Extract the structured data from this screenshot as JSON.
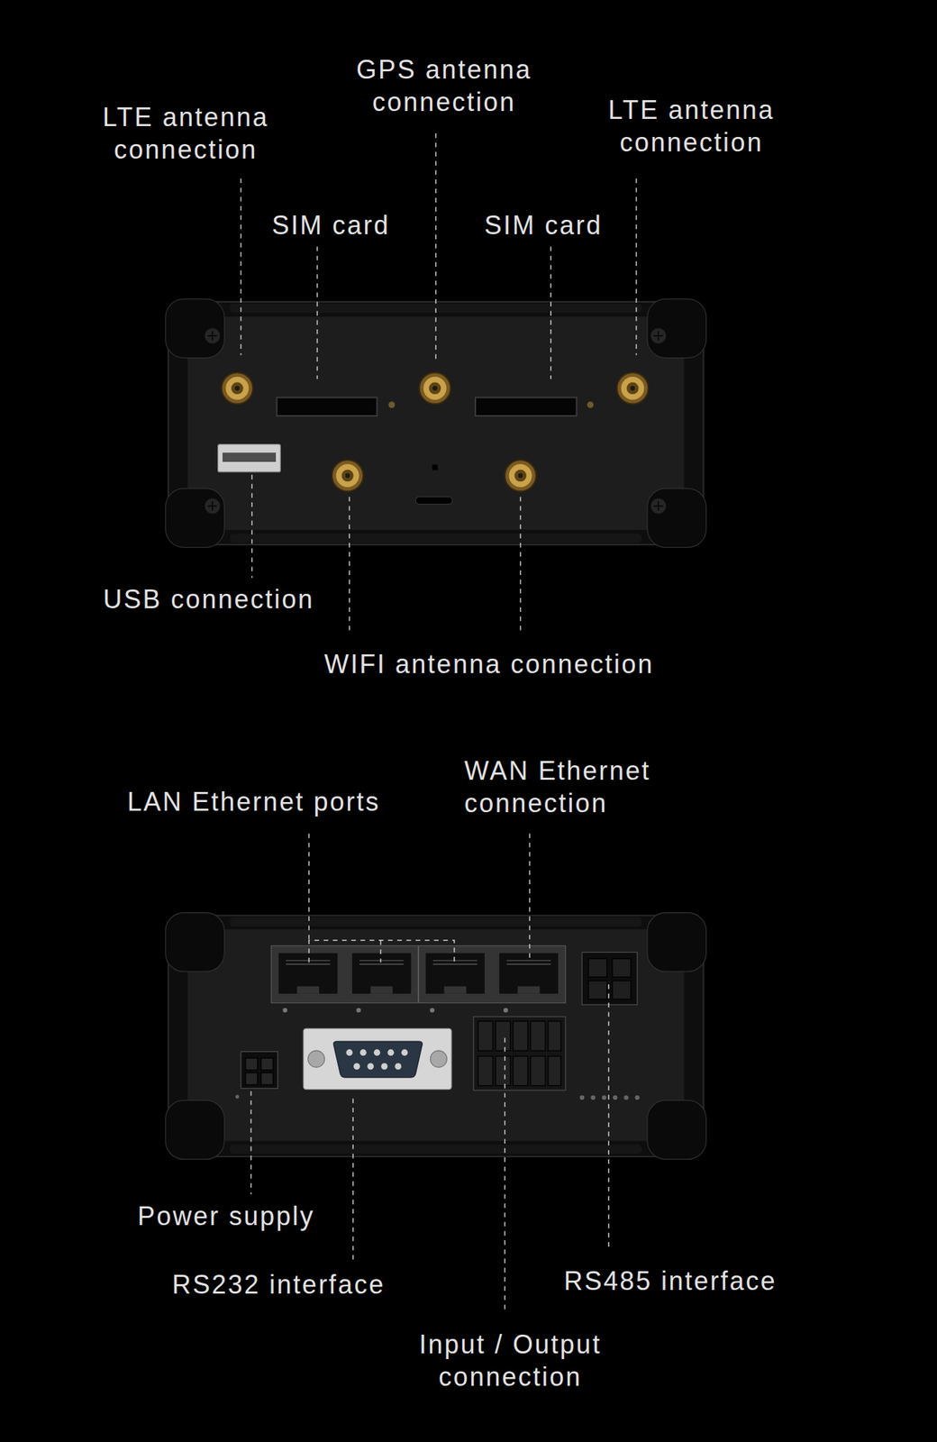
{
  "diagram": {
    "labels": [
      "GPS antenna connection",
      "LTE antenna connection",
      "LTE antenna connection",
      "SIM card",
      "SIM card",
      "USB connection",
      "WIFI antenna connection",
      "LAN Ethernet ports",
      "WAN Ethernet connection",
      "Power supply",
      "RS232 interface",
      "RS485 interface",
      "Input / Output connection"
    ]
  }
}
